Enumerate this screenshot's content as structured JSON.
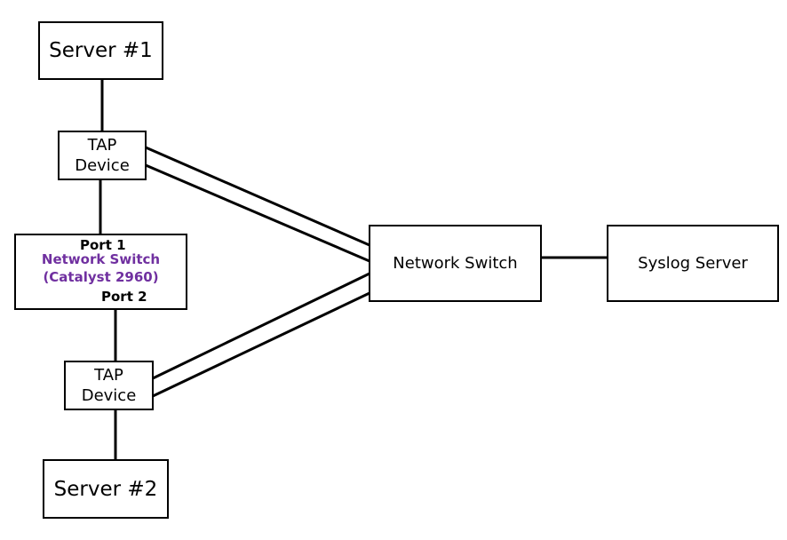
{
  "colors": {
    "line": "#000000",
    "accent_label": "#7030a0"
  },
  "nodes": {
    "server1": {
      "label": "Server #1"
    },
    "tap1": {
      "line1": "TAP",
      "line2": "Device"
    },
    "inner_switch": {
      "port1": "Port 1",
      "name_line1": "Network Switch",
      "name_line2": "(Catalyst 2960)",
      "port2": "Port 2"
    },
    "tap2": {
      "line1": "TAP",
      "line2": "Device"
    },
    "server2": {
      "label": "Server #2"
    },
    "network_switch": {
      "label": "Network Switch"
    },
    "syslog_server": {
      "label": "Syslog Server"
    }
  }
}
